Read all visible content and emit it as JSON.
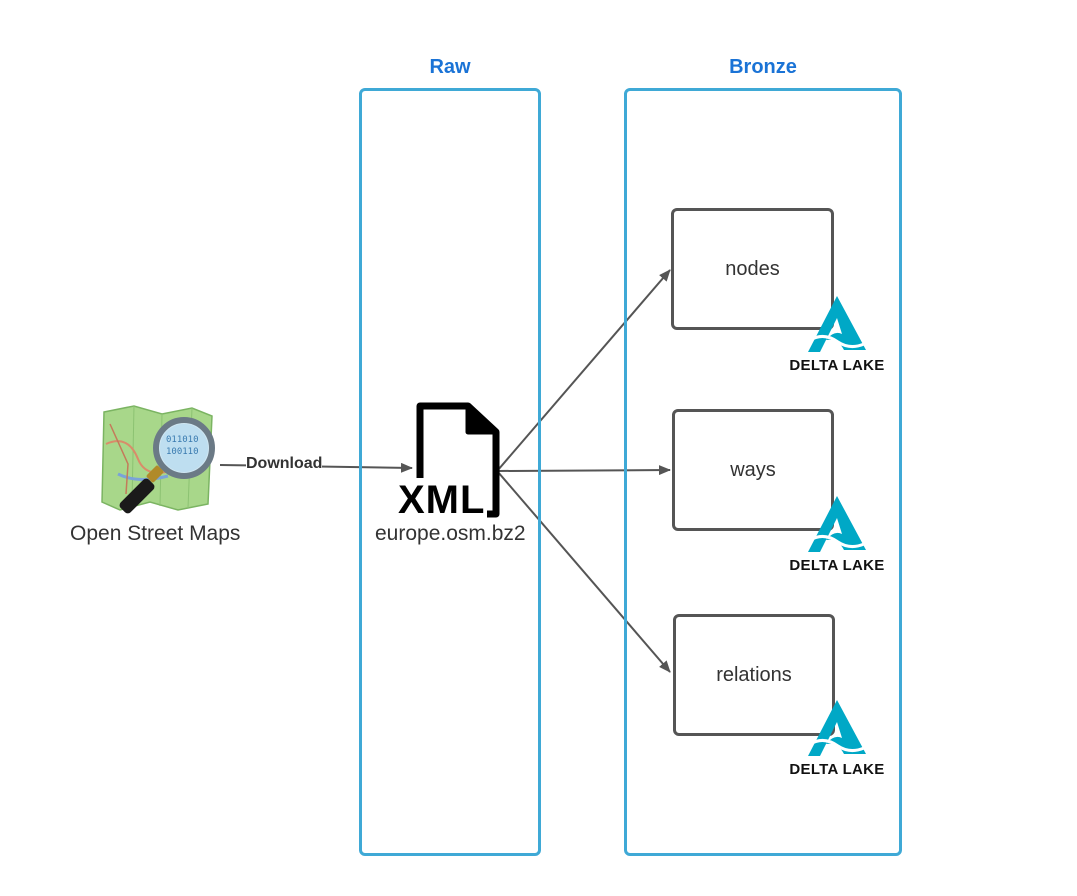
{
  "lanes": {
    "raw": {
      "title": "Raw"
    },
    "bronze": {
      "title": "Bronze"
    }
  },
  "source": {
    "label": "Open Street Maps",
    "icon": "osm-map-magnifier-icon"
  },
  "edge_download": {
    "label": "Download"
  },
  "raw_file": {
    "icon_text": "XML",
    "filename": "europe.osm.bz2"
  },
  "tables": [
    {
      "name": "nodes",
      "logo_text": "DELTA LAKE"
    },
    {
      "name": "ways",
      "logo_text": "DELTA LAKE"
    },
    {
      "name": "relations",
      "logo_text": "DELTA LAKE"
    }
  ],
  "colors": {
    "lane_border": "#3fa9d6",
    "lane_title": "#1a73d6",
    "box_border": "#555555",
    "arrow": "#555555",
    "delta_teal": "#00a8c6"
  }
}
